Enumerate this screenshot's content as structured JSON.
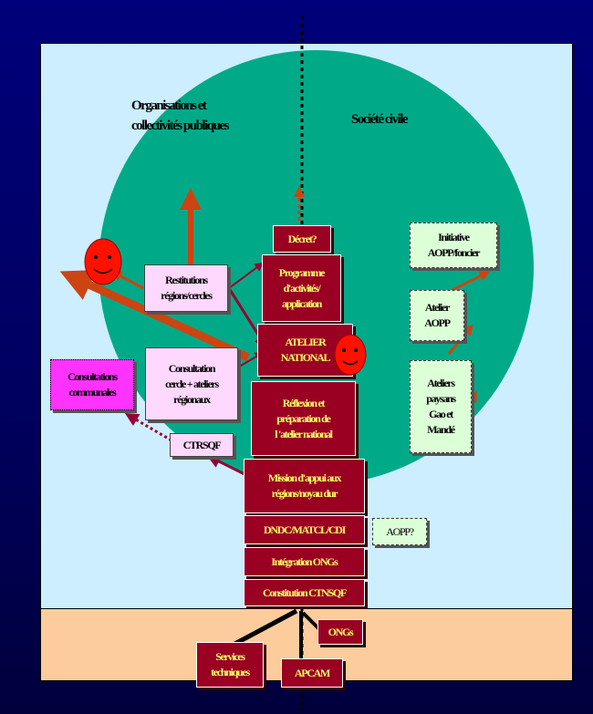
{
  "headings": {
    "public": "Organisations et\ncollectivités publiques",
    "civil": "Société civile"
  },
  "stack": {
    "decret": "Décret?",
    "programme": "Programme\nd'activités/\napplication",
    "atelier": "ATELIER\nNATIONAL",
    "reflexion": "Réflexion et\npréparation de\nl 'atelier national",
    "mission": "Mission d'appui aux\nrégions/noyau dur",
    "dndc": "DNDC/MATCL/CDI",
    "integration": "Intégration ONGs",
    "constitution": "Constitution CTNSQF"
  },
  "left": {
    "restitutions": "Restitutions\nrégions/cercles",
    "consultation": "Consultation\ncercle + ateliers\nrégionaux",
    "ctrsqf": "CTRSQF",
    "communales": "Consultations\ncommunales"
  },
  "right": {
    "initiative": "Initiative\nAOPP/foncier",
    "atelier_aopp": "Atelier\nAOPP",
    "ateliers_paysans": "Ateliers\npaysans\nGao et\nMandé",
    "aopp_q": "AOPP?"
  },
  "base": {
    "services": "Services\ntechniques",
    "apcam": "APCAM",
    "ongs": "ONGs"
  },
  "colors": {
    "background": "#00006e",
    "panel": "#cceeff",
    "base": "#fccc9c",
    "circle": "#00aa88",
    "dark_red_box": "#990022",
    "box_text_yellow": "#ffff66",
    "orange_arrow": "#cc4411",
    "crimson_arrow": "#990033",
    "smiley": "#ff1100"
  },
  "icons": [
    "smiley-face-icon",
    "smiley-face-icon"
  ]
}
